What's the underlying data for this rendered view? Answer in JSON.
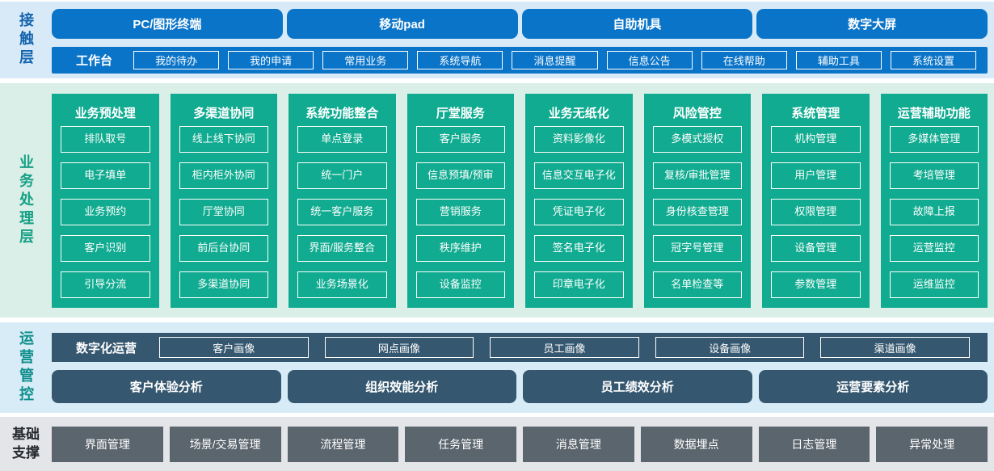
{
  "colors": {
    "accent_blue": "#0a74c8",
    "accent_green": "#10ab90",
    "accent_slate": "#35576f",
    "accent_gray": "#5a656d",
    "band_contact_bg": "#d8eaf8",
    "band_business_bg": "#d9efe8",
    "band_operation_bg": "#d8ecf8",
    "band_foundation_bg": "#e3e5e8"
  },
  "contact_layer": {
    "label": "接触层",
    "terminals": [
      "PC/图形终端",
      "移动pad",
      "自助机具",
      "数字大屏"
    ],
    "workbench": {
      "label": "工作台",
      "items": [
        "我的待办",
        "我的申请",
        "常用业务",
        "系统导航",
        "消息提醒",
        "信息公告",
        "在线帮助",
        "辅助工具",
        "系统设置"
      ]
    }
  },
  "business_layer": {
    "label": "业务处理层",
    "columns": [
      {
        "title": "业务预处理",
        "items": [
          "排队取号",
          "电子填单",
          "业务预约",
          "客户识别",
          "引导分流"
        ]
      },
      {
        "title": "多渠道协同",
        "items": [
          "线上线下协同",
          "柜内柜外协同",
          "厅堂协同",
          "前后台协同",
          "多渠道协同"
        ]
      },
      {
        "title": "系统功能整合",
        "items": [
          "单点登录",
          "统一门户",
          "统一客户服务",
          "界面/服务整合",
          "业务场景化"
        ]
      },
      {
        "title": "厅堂服务",
        "items": [
          "客户服务",
          "信息预填/预审",
          "营销服务",
          "秩序维护",
          "设备监控"
        ]
      },
      {
        "title": "业务无纸化",
        "items": [
          "资料影像化",
          "信息交互电子化",
          "凭证电子化",
          "签名电子化",
          "印章电子化"
        ]
      },
      {
        "title": "风险管控",
        "items": [
          "多模式授权",
          "复核/审批管理",
          "身份核查管理",
          "冠字号管理",
          "名单检查等"
        ]
      },
      {
        "title": "系统管理",
        "items": [
          "机构管理",
          "用户管理",
          "权限管理",
          "设备管理",
          "参数管理"
        ]
      },
      {
        "title": "运营辅助功能",
        "items": [
          "多媒体管理",
          "考培管理",
          "故障上报",
          "运营监控",
          "运维监控"
        ]
      }
    ]
  },
  "operation_layer": {
    "label": "运营管控",
    "digital_row": {
      "label": "数字化运营",
      "items": [
        "客户画像",
        "网点画像",
        "员工画像",
        "设备画像",
        "渠道画像"
      ]
    },
    "analysis_items": [
      "客户体验分析",
      "组织效能分析",
      "员工绩效分析",
      "运营要素分析"
    ]
  },
  "foundation_layer": {
    "label_lines": [
      "基础",
      "支撑"
    ],
    "items": [
      "界面管理",
      "场景/交易管理",
      "流程管理",
      "任务管理",
      "消息管理",
      "数据埋点",
      "日志管理",
      "异常处理"
    ]
  }
}
